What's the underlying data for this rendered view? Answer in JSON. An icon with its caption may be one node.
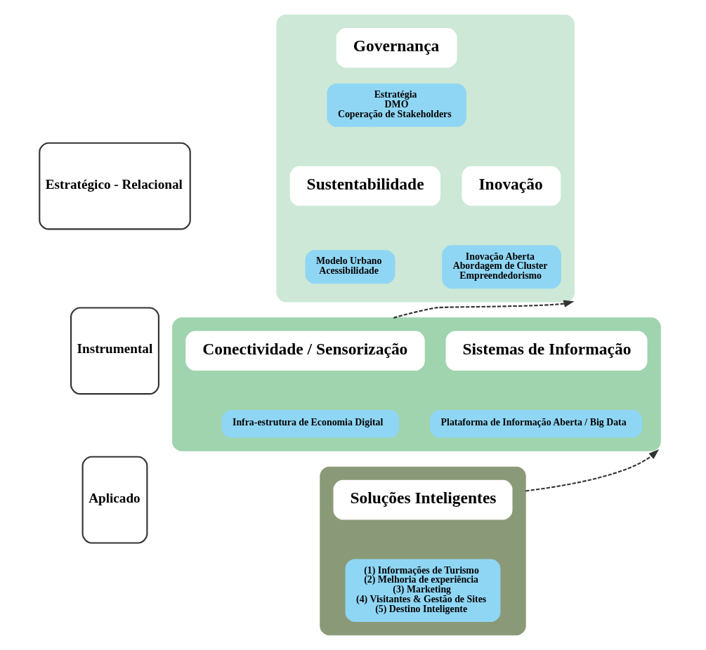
{
  "diagram": {
    "nodes": [
      {
        "text": [
          "Estratégico - Relacional"
        ]
      },
      {
        "text": [],
        "shape": "box"
      },
      {
        "text": [
          "Governança"
        ],
        "in": 1
      },
      {
        "text": [
          "Estratégia",
          "DMO",
          "Coperação de Stakeholders"
        ],
        "in": 1
      },
      {
        "text": [
          "Sustentabilidade"
        ],
        "in": 1
      },
      {
        "text": [
          "Modelo Urbano",
          "Acessibilidade"
        ],
        "in": 1
      },
      {
        "text": [
          "Inovação"
        ],
        "in": 1
      },
      {
        "text": [
          "Inovação Aberta",
          "Abordagem de Cluster",
          "Empreendedorismo"
        ],
        "in": 1
      },
      {
        "text": [
          "Instrumental"
        ]
      },
      {
        "text": [],
        "shape": "box"
      },
      {
        "text": [
          "Conectividade / Sensorização"
        ],
        "in": 9
      },
      {
        "text": [
          "Infra-estrutura de Economia Digital"
        ],
        "in": 9
      },
      {
        "text": [
          "Sistemas de Informação"
        ],
        "in": 9
      },
      {
        "text": [
          "Plataforma de Informação Aberta / Big Data"
        ],
        "in": 9
      },
      {
        "text": [
          "Aplicado"
        ]
      },
      {
        "text": [],
        "shape": "box"
      },
      {
        "text": [
          "Soluções Inteligentes"
        ],
        "in": 15
      },
      {
        "text": [
          "(1) Informações de Turismo",
          "(2) Melhoria de experiência",
          "(3) Marketing",
          "(4) Visitantes & Gestão de Sites",
          "(5) Destino Inteligente"
        ],
        "in": 15
      }
    ],
    "edges": [
      {
        "from": 9,
        "to": 1,
        "arrow": "to",
        "style": "dashed"
      },
      {
        "from": 15,
        "to": 9,
        "arrow": "to",
        "style": "dashed"
      }
    ]
  }
}
